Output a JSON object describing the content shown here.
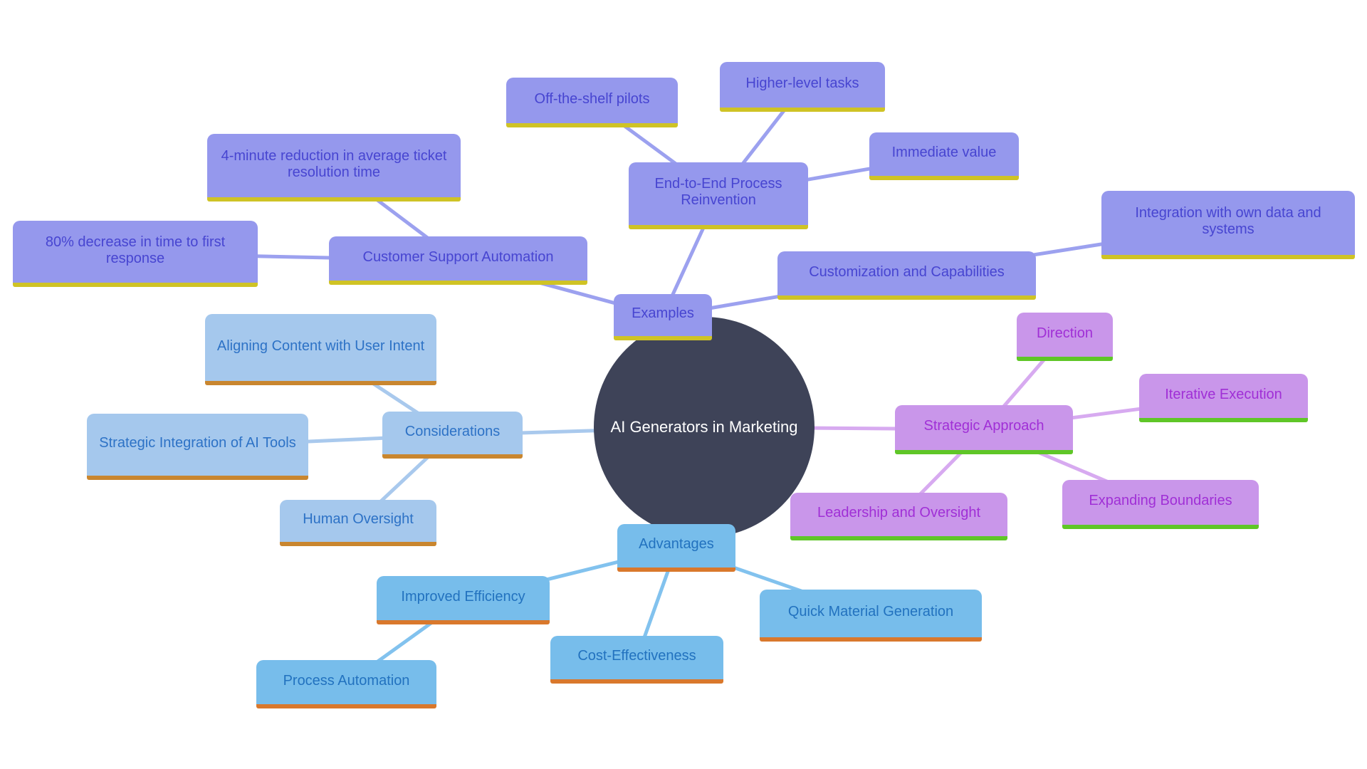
{
  "diagram_type": "mind-map",
  "center": {
    "label": "AI Generators in Marketing",
    "bg": "#3e4358",
    "text_color": "#ffffff"
  },
  "branches": [
    {
      "id": "examples",
      "label": "Examples",
      "colors": {
        "fill": "#9598ed",
        "text": "#4745d1",
        "underline": "#cfc325",
        "edge": "#9ca1ef"
      },
      "children": [
        {
          "label": "Customer Support Automation",
          "children": [
            {
              "label": "4-minute reduction in average ticket resolution time"
            },
            {
              "label": "80% decrease in time to first response"
            }
          ]
        },
        {
          "label": "End-to-End Process Reinvention",
          "children": [
            {
              "label": "Off-the-shelf pilots"
            },
            {
              "label": "Higher-level tasks"
            },
            {
              "label": "Immediate value"
            }
          ]
        },
        {
          "label": "Customization and Capabilities",
          "children": [
            {
              "label": "Integration with own data and systems"
            }
          ]
        }
      ]
    },
    {
      "id": "considerations",
      "label": "Considerations",
      "colors": {
        "fill": "#a5c8ed",
        "text": "#2d72c6",
        "underline": "#c9862f",
        "edge": "#a9c9ed"
      },
      "children": [
        {
          "label": "Aligning Content with User Intent"
        },
        {
          "label": "Strategic Integration of AI Tools"
        },
        {
          "label": "Human Oversight"
        }
      ]
    },
    {
      "id": "advantages",
      "label": "Advantages",
      "colors": {
        "fill": "#77bdeb",
        "text": "#2272bf",
        "underline": "#d9782c",
        "edge": "#82c2ee"
      },
      "children": [
        {
          "label": "Improved Efficiency",
          "children": [
            {
              "label": "Process Automation"
            }
          ]
        },
        {
          "label": "Cost-Effectiveness"
        },
        {
          "label": "Quick Material Generation"
        }
      ]
    },
    {
      "id": "strategic_approach",
      "label": "Strategic Approach",
      "colors": {
        "fill": "#c996ea",
        "text": "#a02fd6",
        "underline": "#5fc627",
        "edge": "#d7aaf0"
      },
      "children": [
        {
          "label": "Direction"
        },
        {
          "label": "Iterative Execution"
        },
        {
          "label": "Expanding Boundaries"
        },
        {
          "label": "Leadership and Oversight"
        }
      ]
    }
  ]
}
